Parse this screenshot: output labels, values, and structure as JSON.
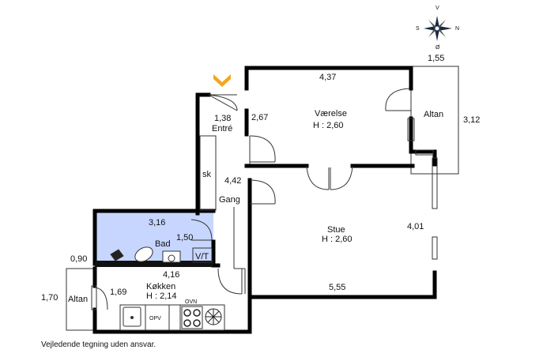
{
  "colors": {
    "wall": "#000000",
    "bath_fill": "#c7d6ff",
    "entry_marker": "#f3a81c",
    "thin_line": "#333333"
  },
  "compass": {
    "north": "N",
    "south": "S",
    "east": "Ø",
    "west": "V"
  },
  "rooms": {
    "vaerelse_name": "Værelse",
    "vaerelse_height": "H : 2,60",
    "stue_name": "Stue",
    "stue_height": "H : 2,60",
    "entre_name": "Entré",
    "gang_name": "Gang",
    "bad_name": "Bad",
    "kokken_name": "Køkken",
    "kokken_height": "H : 2,14",
    "altan_right": "Altan",
    "altan_left": "Altan",
    "sk": "sk",
    "vt": "V/T",
    "opv": "OPV",
    "ovn": "OVN"
  },
  "dimensions": {
    "d_437": "4,37",
    "d_155": "1,55",
    "d_312": "3,12",
    "d_267": "2,67",
    "d_138": "1,38",
    "d_442": "4,42",
    "d_401": "4,01",
    "d_555": "5,55",
    "d_316": "3,16",
    "d_150": "1,50",
    "d_416": "4,16",
    "d_169": "1,69",
    "d_090": "0,90",
    "d_170": "1,70"
  },
  "footer": {
    "disclaimer": "Vejledende tegning uden ansvar."
  }
}
